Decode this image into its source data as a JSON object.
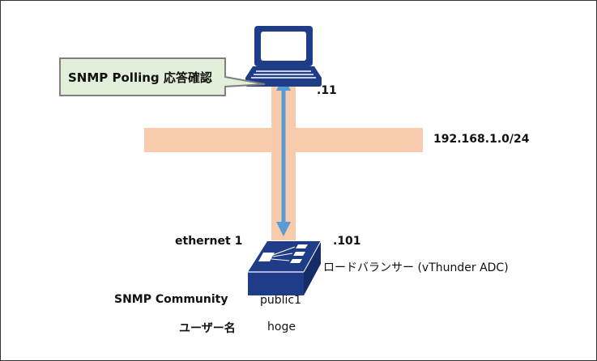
{
  "callout": {
    "text": "SNMP Polling 応答確認"
  },
  "client": {
    "ip_suffix": ".11",
    "icon": "laptop-icon"
  },
  "network": {
    "subnet": "192.168.1.0/24"
  },
  "device": {
    "ip_suffix": ".101",
    "interface": "ethernet 1",
    "label": "ロードバランサー (vThunder ADC)",
    "icon": "switch-icon"
  },
  "snmp": {
    "community_label": "SNMP Community",
    "community_value": "public1",
    "user_label": "ユーザー名",
    "user_value": "hoge"
  },
  "colors": {
    "network_band": "#F8CBAD",
    "arrow": "#5B9BD5",
    "device": "#1F3C88",
    "callout_fill": "#E2EFDA",
    "callout_border": "#7F7F7F"
  }
}
